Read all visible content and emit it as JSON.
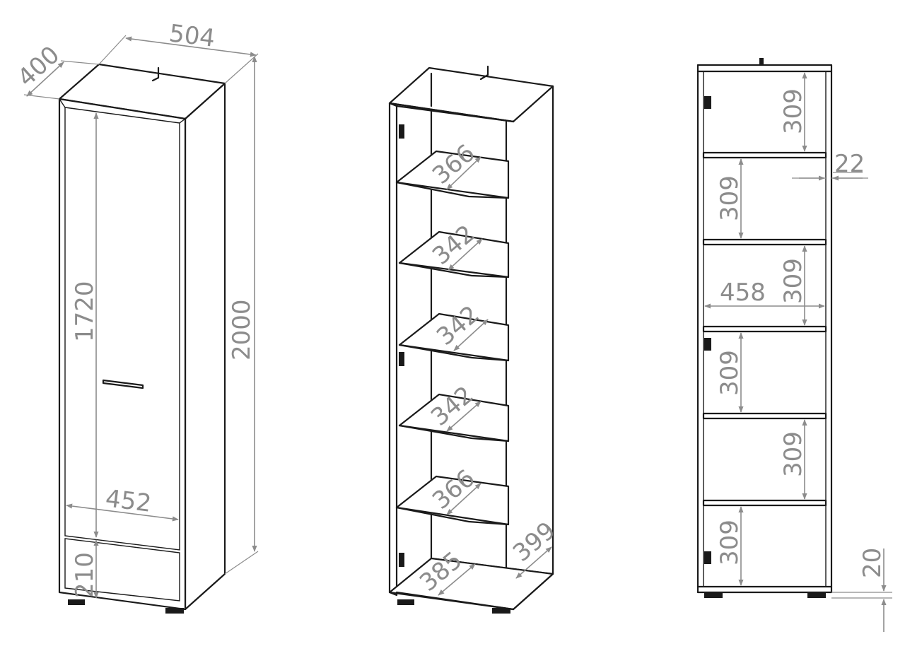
{
  "colors": {
    "outline": "#1a1a1a",
    "dimension": "#8c8c8c",
    "background": "#ffffff"
  },
  "views": {
    "closed": {
      "width": "504",
      "depth": "400",
      "height": "2000",
      "door_height": "1720",
      "inner_width": "452",
      "drawer_height": "210"
    },
    "open": {
      "shelf_depths": [
        "366",
        "342",
        "342",
        "342",
        "366",
        "385"
      ],
      "side_depth": "399"
    },
    "front": {
      "shelf_spacings": [
        "309",
        "309",
        "309",
        "309",
        "309",
        "309"
      ],
      "board_thickness": "22",
      "inner_width": "458",
      "plinth_height": "20"
    }
  }
}
